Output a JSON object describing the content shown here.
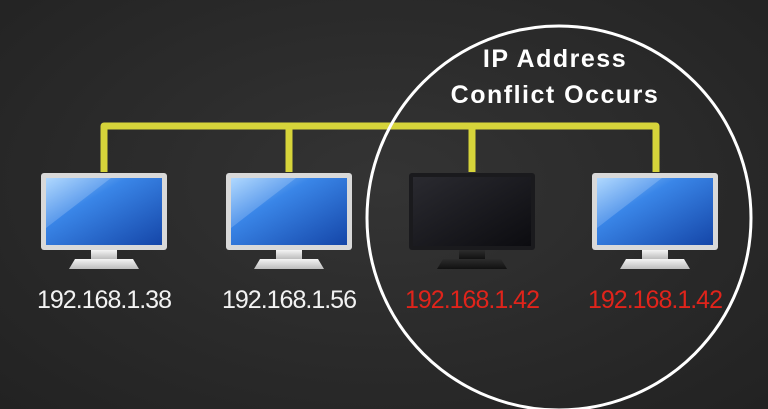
{
  "title": {
    "line1": "IP Address",
    "line2": "Conflict Occurs"
  },
  "computers": [
    {
      "ip": "192.168.1.38",
      "screen_state": "on",
      "ip_color": "#f2f2f2"
    },
    {
      "ip": "192.168.1.56",
      "screen_state": "on",
      "ip_color": "#f2f2f2"
    },
    {
      "ip": "192.168.1.42",
      "screen_state": "off",
      "ip_color": "#e0241b"
    },
    {
      "ip": "192.168.1.42",
      "screen_state": "on",
      "ip_color": "#e0241b"
    }
  ],
  "colors": {
    "background": "#2b2b2b",
    "network_line": "#d6d43a",
    "highlight_circle": "#ffffff",
    "screen_blue": "#2a6fd6",
    "conflict_red": "#e0241b"
  }
}
